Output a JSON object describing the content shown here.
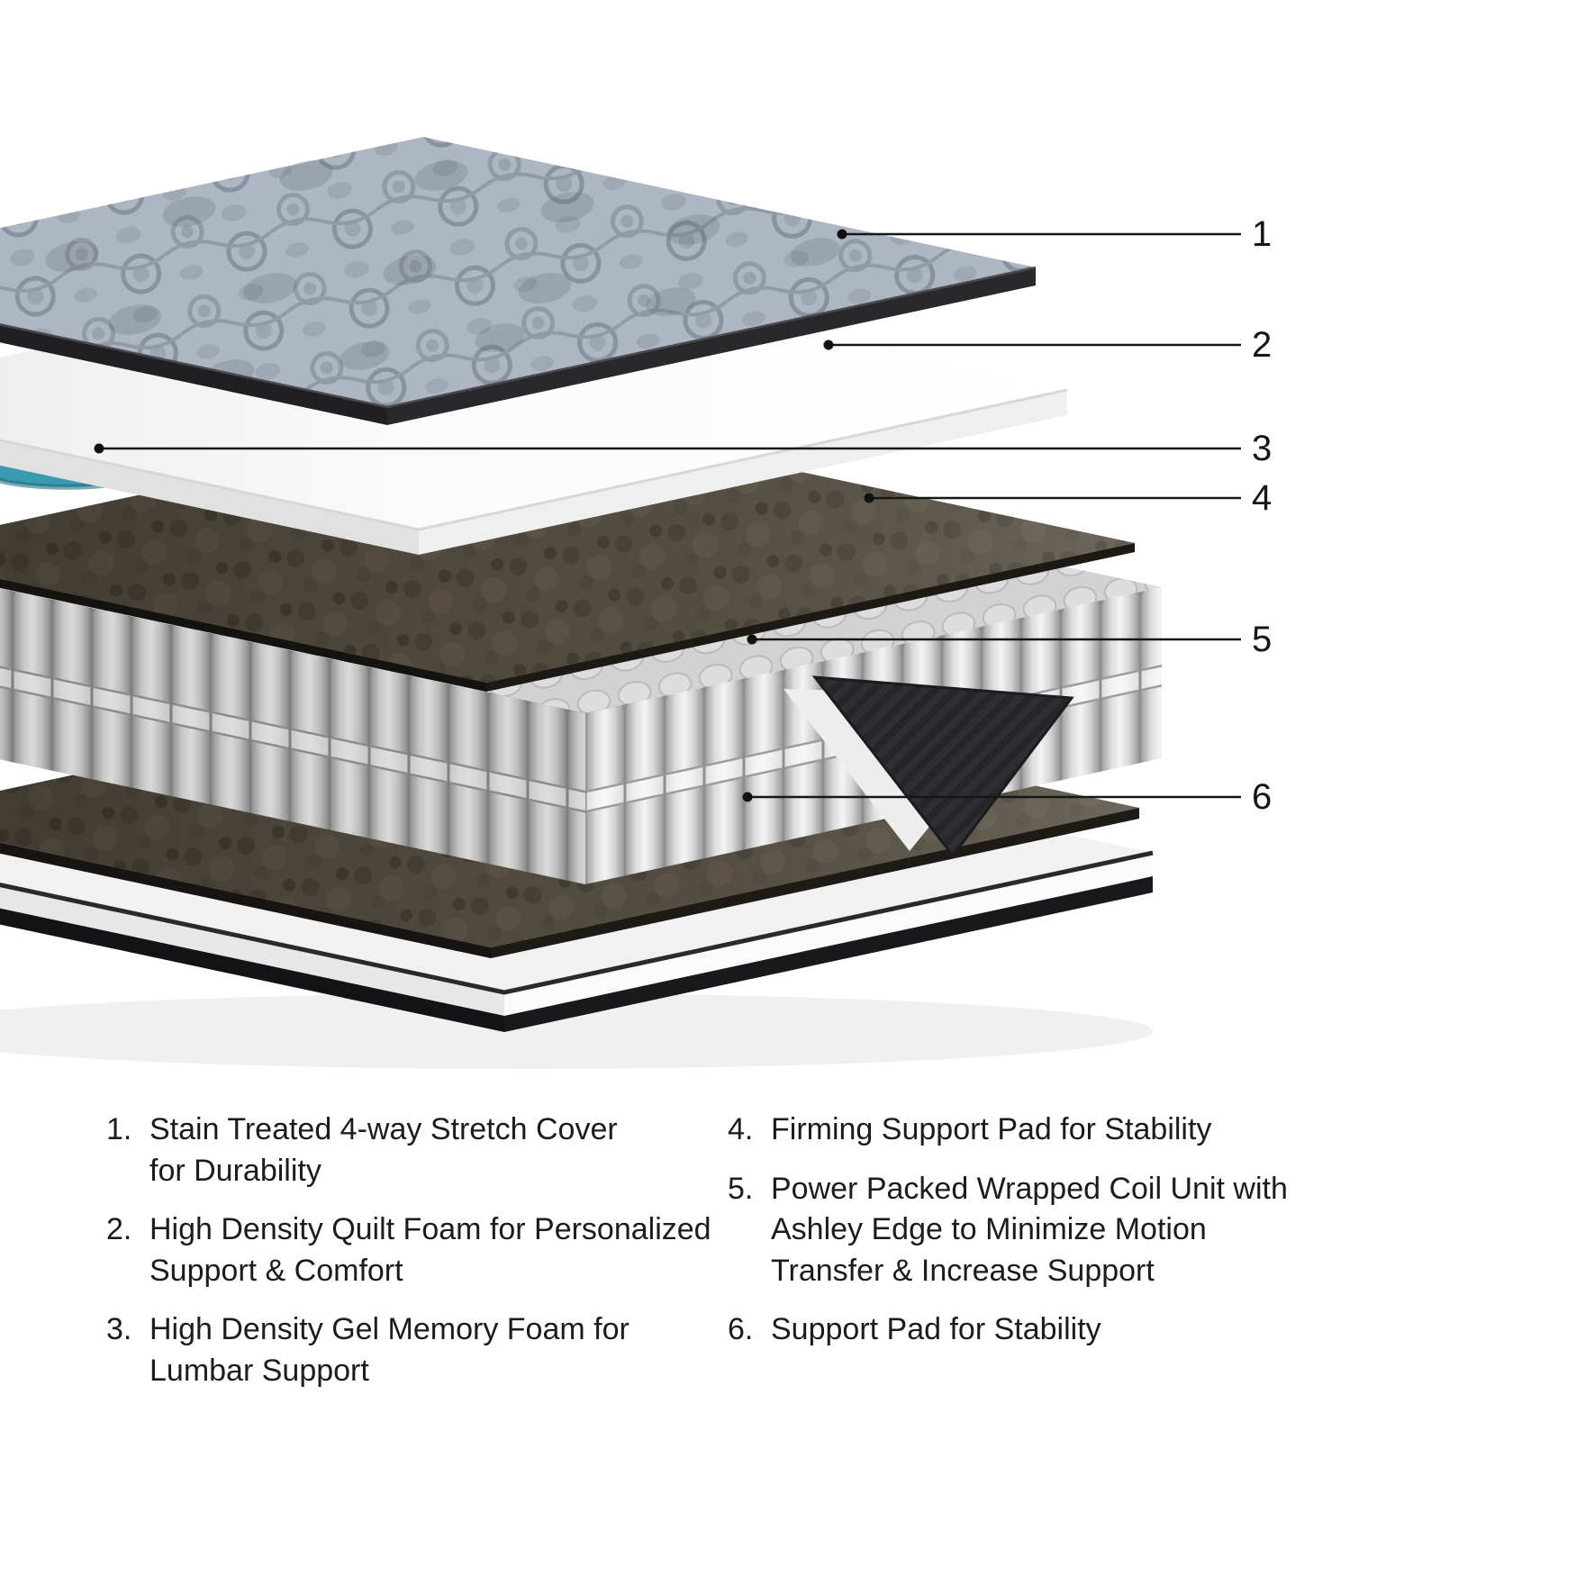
{
  "figure": {
    "name": "mattress-exploded-layer-diagram",
    "callouts": [
      {
        "number": "1"
      },
      {
        "number": "2"
      },
      {
        "number": "3"
      },
      {
        "number": "4"
      },
      {
        "number": "5"
      },
      {
        "number": "6"
      }
    ]
  },
  "legend": {
    "items": [
      {
        "number": "1.",
        "text": "Stain Treated 4-way Stretch Cover\nfor Durability"
      },
      {
        "number": "2.",
        "text": "High Density Quilt Foam for Personalized\nSupport & Comfort"
      },
      {
        "number": "3.",
        "text": "High Density Gel Memory Foam for\nLumbar Support"
      },
      {
        "number": "4.",
        "text": "Firming Support Pad for Stability"
      },
      {
        "number": "5.",
        "text": "Power Packed Wrapped Coil Unit with\nAshley Edge to Minimize Motion\nTransfer & Increase Support"
      },
      {
        "number": "6.",
        "text": "Support Pad for Stability"
      }
    ]
  },
  "colors": {
    "background": "#ffffff",
    "text": "#1c1c1c",
    "callout_line": "#161616",
    "cover_fabric": "#a9b2bf",
    "quilt_foam": "#f7f7f7",
    "gel_memory_foam": "#3a9ab0",
    "support_pad": "#564f42",
    "coil_fabric": "#d9d9d9",
    "edge_foam": "#26262a",
    "base_binding": "#161618"
  }
}
